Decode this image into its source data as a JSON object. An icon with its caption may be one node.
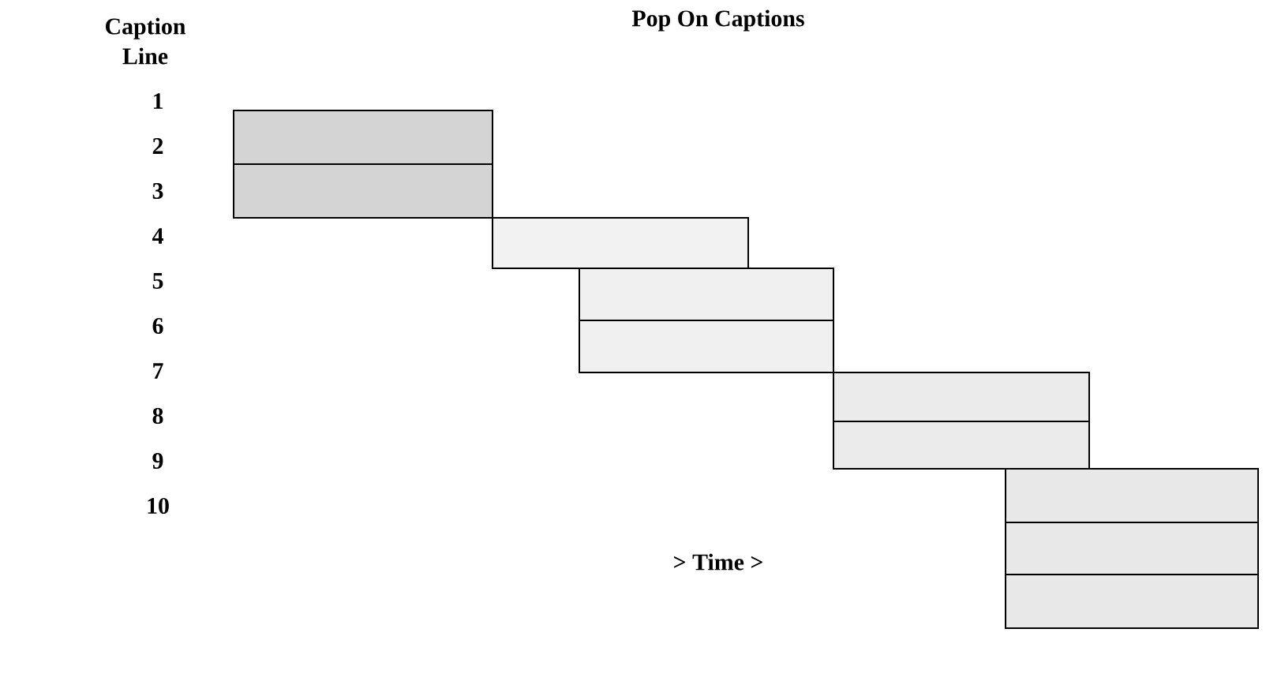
{
  "diagram": {
    "title": "Pop On Captions",
    "labels": [
      "Caption Line",
      "1",
      "2",
      "3",
      "4",
      "5",
      "6",
      "7",
      "8",
      "9",
      "10",
      "> Time >"
    ]
  }
}
